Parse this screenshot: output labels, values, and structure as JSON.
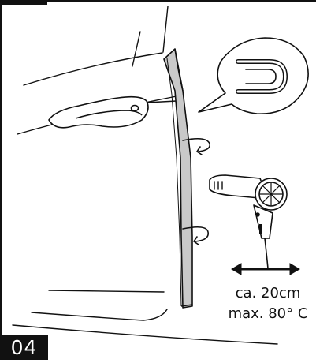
{
  "step_number": "04",
  "distance_label": "ca. 20cm",
  "temperature_label": "max. 80° C",
  "icons": [
    "car-door-outline",
    "door-handle",
    "edge-trim-strip",
    "u-profile-detail",
    "press-arrow",
    "hair-dryer",
    "double-arrow"
  ],
  "colors": {
    "line": "#111111",
    "strip_fill": "#c8c8c8",
    "badge_bg": "#111111",
    "badge_text": "#ffffff"
  }
}
